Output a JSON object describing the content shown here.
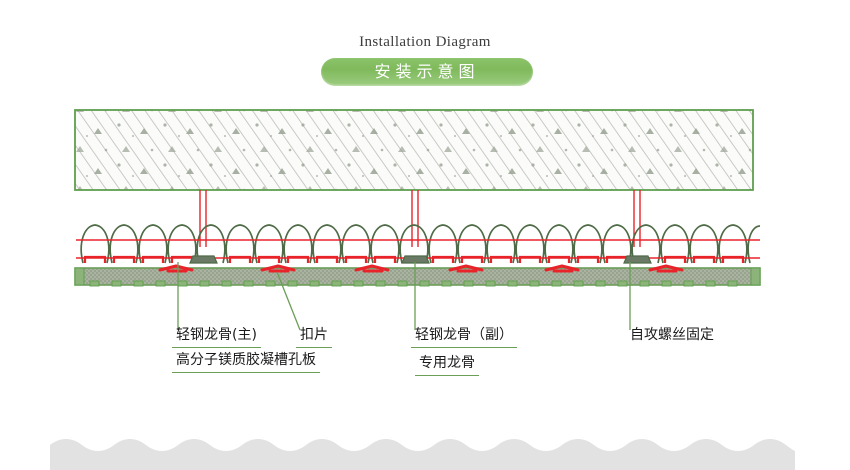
{
  "header": {
    "title_en": "Installation Diagram",
    "title_cn": "安装示意图"
  },
  "diagram": {
    "layers": [
      {
        "name": "concrete-slab",
        "note": "hatched structural slab"
      },
      {
        "name": "corrugated-keel-layer",
        "note": "arched light steel keel row"
      },
      {
        "name": "panel-board",
        "note": "polymer magnesium grooved perforated board"
      }
    ],
    "labels": [
      {
        "id": "main-keel",
        "text": "轻钢龙骨(主)"
      },
      {
        "id": "clip",
        "text": "扣片"
      },
      {
        "id": "board",
        "text": "高分子镁质胶凝槽孔板"
      },
      {
        "id": "sub-keel",
        "text": "轻钢龙骨（副）"
      },
      {
        "id": "special-keel",
        "text": "专用龙骨"
      },
      {
        "id": "screw-fixing",
        "text": "自攻螺丝固定"
      }
    ]
  },
  "colors": {
    "green_border": "#5f9e4e",
    "green_badge": "#8cc36a",
    "red_accent": "#e8232a",
    "keel_dark": "#4f6b47",
    "board_fill": "#a9b3a0",
    "wave_grey": "#e2e2e2"
  }
}
